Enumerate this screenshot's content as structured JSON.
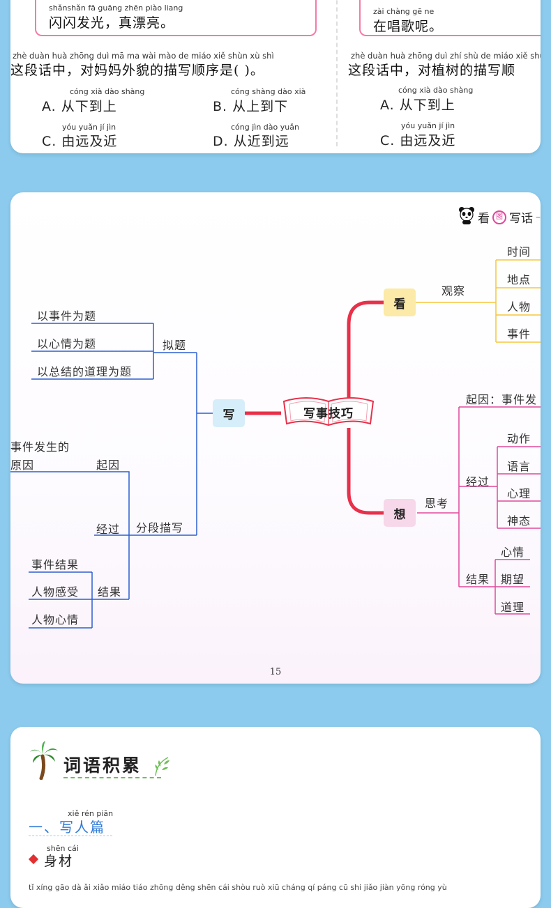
{
  "card1": {
    "left_box": {
      "pinyin": "shǎnshǎn fā guāng  zhēn piào liang",
      "text": "闪闪发光，真漂亮。"
    },
    "right_box": {
      "pinyin": "zài chàng gē   ne",
      "text": "在唱歌呢。"
    },
    "q_left": {
      "pinyin": "zhè duàn huà zhōng   duì mā ma wài mào de miáo xiě shùn xù  shì",
      "text": "这段话中，对妈妈外貌的描写顺序是(          )。",
      "options": [
        {
          "letter": "A.",
          "pinyin": "cóng xià  dào shàng",
          "text": "从下到上"
        },
        {
          "letter": "B.",
          "pinyin": "cóng shàng dào  xià",
          "text": "从上到下"
        },
        {
          "letter": "C.",
          "pinyin": "yóu yuǎn   jí    jìn",
          "text": "由远及近"
        },
        {
          "letter": "D.",
          "pinyin": "cóng  jìn  dào yuǎn",
          "text": "从近到远"
        }
      ]
    },
    "q_right": {
      "pinyin": "zhè duàn huà zhōng   duì  zhí  shù de miáo xiě shùn",
      "text": "这段话中，对植树的描写顺",
      "options": [
        {
          "letter": "A.",
          "pinyin": "cóng xià  dào shàng",
          "text": "从下到上"
        },
        {
          "letter": "C.",
          "pinyin": "yóu yuǎn   jí   jìn",
          "text": "由远及近"
        }
      ]
    }
  },
  "card2": {
    "header": {
      "char1": "看",
      "circle": "图",
      "char2": "写话"
    },
    "center": "写事技巧",
    "nodes": {
      "look": "看",
      "write": "写",
      "think": "想"
    },
    "look": {
      "edge": "观察",
      "items": [
        "时间",
        "地点",
        "人物",
        "事件"
      ]
    },
    "write": {
      "title_branch": {
        "label": "拟题",
        "items": [
          "以事件为题",
          "以心情为题",
          "以总结的道理为题"
        ]
      },
      "para_branch": {
        "label": "分段描写",
        "cause": "起因",
        "cause_desc_1": "事件发生的",
        "cause_desc_2": "原因",
        "process": "经过",
        "result": "结果",
        "result_items": [
          "事件结果",
          "人物感受",
          "人物心情"
        ]
      }
    },
    "think": {
      "edge": "思考",
      "cause": "起因：事件发",
      "process": "经过",
      "process_items": [
        "动作",
        "语言",
        "心理",
        "神态"
      ],
      "result": "结果",
      "result_items": [
        "心情",
        "期望",
        "道理"
      ]
    },
    "page_number": "15"
  },
  "card3": {
    "title": "词语积累",
    "section": {
      "pinyin": "xiě  rén  piān",
      "text": "一、写人篇"
    },
    "sub": {
      "pinyin": "shēn cái",
      "text": "身材"
    },
    "bottom_pinyin": "tǐ  xíng   gāo dà      ǎi  xiǎo   miáo tiáo  zhōng děng shēn cái    shòu ruò    xiū cháng    qí  páng    cū  shi     jiǎo jiàn   yōng róng   yù"
  },
  "colors": {
    "bg": "#8ccbee",
    "red": "#e8304a",
    "yellow": "#f5c63a",
    "blue": "#2b5fd0",
    "magenta": "#e0489b",
    "pink_box": "#f47aa8"
  }
}
